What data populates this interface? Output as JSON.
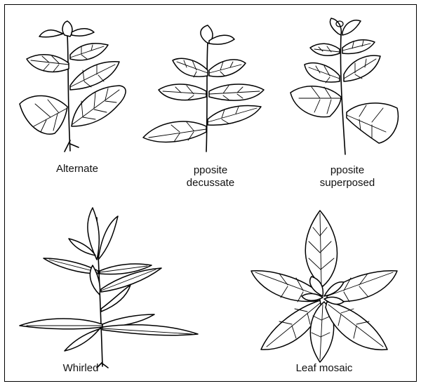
{
  "figure": {
    "panels": [
      {
        "id": "alternate",
        "caption_lines": [
          "Alternate"
        ]
      },
      {
        "id": "opposite-decussate",
        "caption_lines": [
          "pposite",
          "decussate"
        ]
      },
      {
        "id": "opposite-superposed",
        "caption_lines": [
          "pposite",
          "superposed"
        ]
      },
      {
        "id": "whirled",
        "caption_lines": [
          "Whirled"
        ]
      },
      {
        "id": "leaf-mosaic",
        "caption_lines": [
          "Leaf mosaic"
        ]
      }
    ]
  },
  "colors": {
    "line": "#000000",
    "background": "#ffffff",
    "text": "#111111"
  }
}
